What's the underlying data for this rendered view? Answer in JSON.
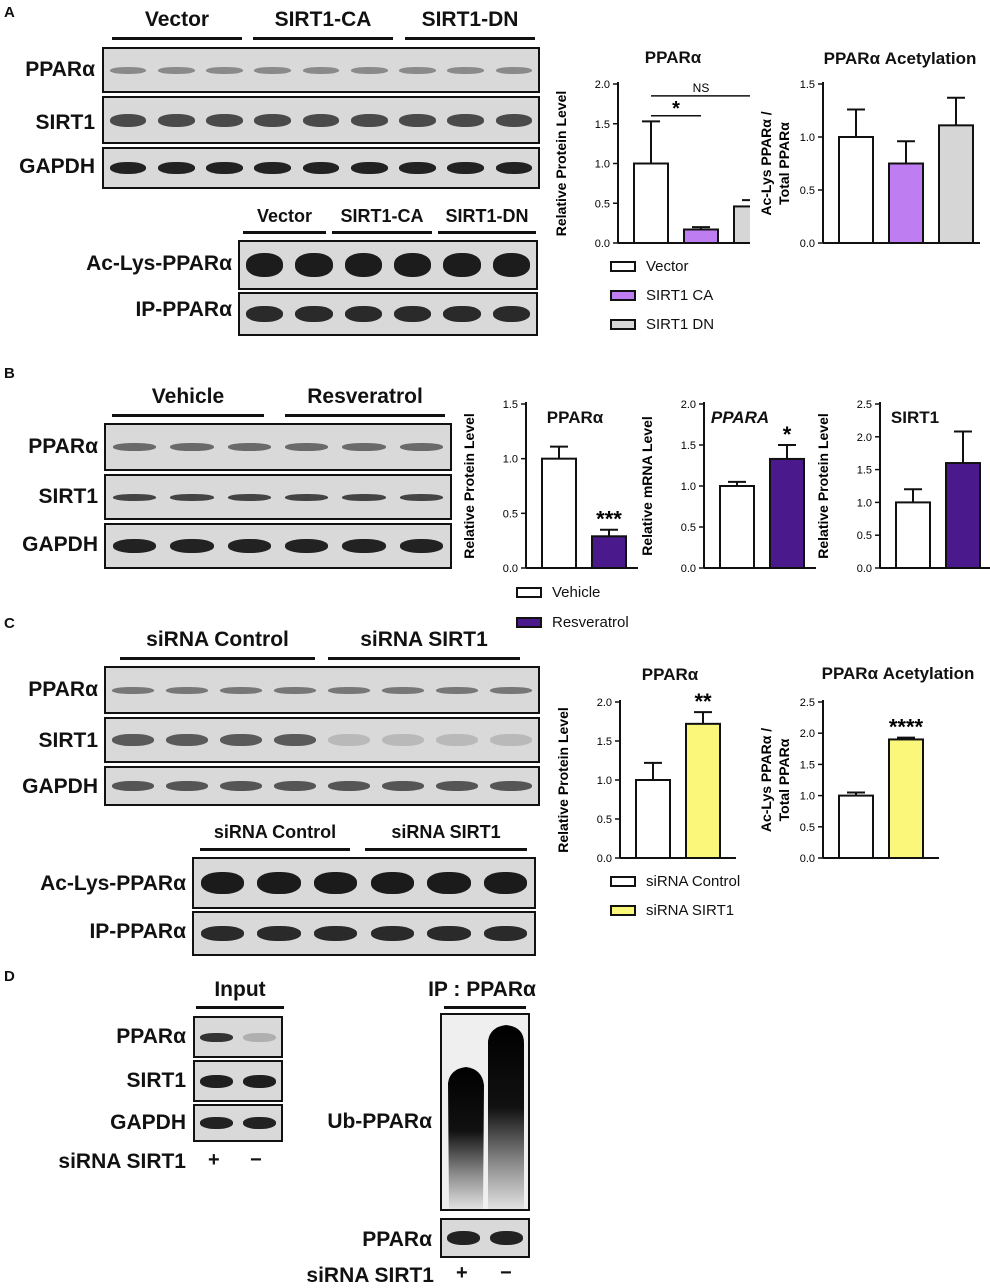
{
  "panels": {
    "A": {
      "label": "A",
      "groups_top": [
        "Vector",
        "SIRT1-CA",
        "SIRT1-DN"
      ],
      "rows_top": [
        "PPARα",
        "SIRT1",
        "GAPDH"
      ],
      "groups_bottom": [
        "Vector",
        "SIRT1-CA",
        "SIRT1-DN"
      ],
      "rows_bottom": [
        "Ac-Lys-PPARα",
        "IP-PPARα"
      ],
      "legend": [
        "Vector",
        "SIRT1 CA",
        "SIRT1 DN"
      ],
      "sig_star": "*",
      "sig_ns": "NS"
    },
    "B": {
      "label": "B",
      "groups": [
        "Vehicle",
        "Resveratrol"
      ],
      "rows": [
        "PPARα",
        "SIRT1",
        "GAPDH"
      ],
      "legend": [
        "Vehicle",
        "Resveratrol"
      ]
    },
    "C": {
      "label": "C",
      "groups_top": [
        "siRNA Control",
        "siRNA SIRT1"
      ],
      "rows_top": [
        "PPARα",
        "SIRT1",
        "GAPDH"
      ],
      "groups_bottom": [
        "siRNA Control",
        "siRNA SIRT1"
      ],
      "rows_bottom": [
        "Ac-Lys-PPARα",
        "IP-PPARα"
      ],
      "legend": [
        "siRNA Control",
        "siRNA SIRT1"
      ]
    },
    "D": {
      "label": "D",
      "input_title": "Input",
      "input_rows": [
        "PPARα",
        "SIRT1",
        "GAPDH"
      ],
      "siRNA_label": "siRNA SIRT1",
      "plus": "+",
      "minus": "−",
      "ip_title": "IP : PPARα",
      "ip_rows": [
        "Ub-PPARα",
        "PPARα"
      ]
    }
  },
  "colors": {
    "white": "#ffffff",
    "ca": "#bf7df2",
    "dn": "#d6d6d6",
    "resveratrol": "#4a1a8c",
    "sirna": "#fbf77a"
  },
  "chart_data": [
    {
      "id": "A1",
      "type": "bar",
      "title": "PPARα",
      "ylabel": "Relative Protein Level",
      "categories": [
        "Vector",
        "SIRT1 CA",
        "SIRT1 DN"
      ],
      "values": [
        1.0,
        0.17,
        0.46
      ],
      "errors": [
        0.53,
        0.03,
        0.08
      ],
      "ylim": [
        0,
        2.0
      ],
      "yticks": [
        "0.0",
        "0.5",
        "1.0",
        "1.5",
        "2.0"
      ],
      "colors": [
        "#ffffff",
        "#bf7df2",
        "#d6d6d6"
      ]
    },
    {
      "id": "A2",
      "type": "bar",
      "title": "PPARα Acetylation",
      "ylabel": "Ac-Lys PPARα / Total PPARα",
      "categories": [
        "Vector",
        "SIRT1 CA",
        "SIRT1 DN"
      ],
      "values": [
        1.0,
        0.75,
        1.11
      ],
      "errors": [
        0.26,
        0.21,
        0.26
      ],
      "ylim": [
        0,
        1.5
      ],
      "yticks": [
        "0.0",
        "0.5",
        "1.0",
        "1.5"
      ],
      "colors": [
        "#ffffff",
        "#bf7df2",
        "#d6d6d6"
      ]
    },
    {
      "id": "B1",
      "type": "bar",
      "title": "PPARα",
      "ylabel": "Relative Protein Level",
      "categories": [
        "Vehicle",
        "Resveratrol"
      ],
      "values": [
        1.0,
        0.29
      ],
      "errors": [
        0.11,
        0.06
      ],
      "annotations": [
        "",
        "***"
      ],
      "ylim": [
        0,
        1.5
      ],
      "yticks": [
        "0.0",
        "0.5",
        "1.0",
        "1.5"
      ],
      "colors": [
        "#ffffff",
        "#4a1a8c"
      ]
    },
    {
      "id": "B2",
      "type": "bar",
      "title": "PPARA",
      "ylabel": "Relative mRNA Level",
      "categories": [
        "Vehicle",
        "Resveratrol"
      ],
      "values": [
        1.0,
        1.33
      ],
      "errors": [
        0.05,
        0.17
      ],
      "annotations": [
        "",
        "*"
      ],
      "ylim": [
        0,
        2.0
      ],
      "yticks": [
        "0.0",
        "0.5",
        "1.0",
        "1.5",
        "2.0"
      ],
      "colors": [
        "#ffffff",
        "#4a1a8c"
      ]
    },
    {
      "id": "B3",
      "type": "bar",
      "title": "SIRT1",
      "ylabel": "Relative Protein Level",
      "categories": [
        "Vehicle",
        "Resveratrol"
      ],
      "values": [
        1.0,
        1.6
      ],
      "errors": [
        0.2,
        0.48
      ],
      "ylim": [
        0,
        2.5
      ],
      "yticks": [
        "0.0",
        "0.5",
        "1.0",
        "1.5",
        "2.0",
        "2.5"
      ],
      "colors": [
        "#ffffff",
        "#4a1a8c"
      ]
    },
    {
      "id": "C1",
      "type": "bar",
      "title": "PPARα",
      "ylabel": "Relative Protein Level",
      "categories": [
        "siRNA Control",
        "siRNA SIRT1"
      ],
      "values": [
        1.0,
        1.72
      ],
      "errors": [
        0.22,
        0.15
      ],
      "annotations": [
        "",
        "**"
      ],
      "ylim": [
        0,
        2.0
      ],
      "yticks": [
        "0.0",
        "0.5",
        "1.0",
        "1.5",
        "2.0"
      ],
      "colors": [
        "#ffffff",
        "#fbf77a"
      ]
    },
    {
      "id": "C2",
      "type": "bar",
      "title": "PPARα Acetylation",
      "ylabel": "Ac-Lys PPARα / Total PPARα",
      "categories": [
        "siRNA Control",
        "siRNA SIRT1"
      ],
      "values": [
        1.0,
        1.9
      ],
      "errors": [
        0.05,
        0.03
      ],
      "annotations": [
        "",
        "****"
      ],
      "ylim": [
        0,
        2.5
      ],
      "yticks": [
        "0.0",
        "0.5",
        "1.0",
        "1.5",
        "2.0",
        "2.5"
      ],
      "colors": [
        "#ffffff",
        "#fbf77a"
      ]
    }
  ]
}
